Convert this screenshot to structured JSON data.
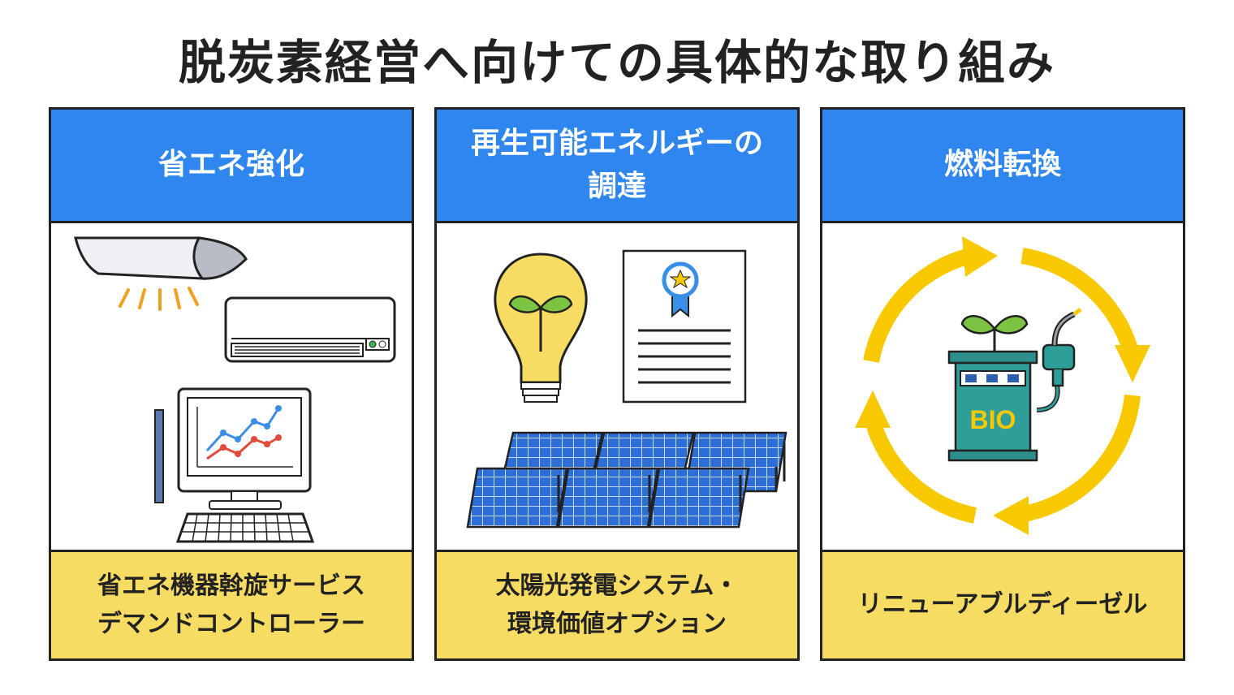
{
  "title": "脱炭素経営へ向けての具体的な取り組み",
  "colors": {
    "header_blue": "#2f86ee",
    "footer_yellow": "#f7dc63",
    "outline": "#222222",
    "arrow_yellow": "#f8c900",
    "panel_blue": "#2d6fd6"
  },
  "cards": [
    {
      "header": "省エネ強化",
      "footer_lines": [
        "省エネ機器斡旋サービス",
        "デマンドコントローラー"
      ],
      "icons": [
        "ceiling-light-icon",
        "air-conditioner-icon",
        "computer-monitor-icon"
      ]
    },
    {
      "header_lines": [
        "再生可能エネルギーの",
        "調達"
      ],
      "footer_lines": [
        "太陽光発電システム・",
        "環境価値オプション"
      ],
      "icons": [
        "lightbulb-sprout-icon",
        "certificate-icon",
        "solar-panels-icon"
      ]
    },
    {
      "header": "燃料転換",
      "footer_lines": [
        "リニューアブルディーゼル"
      ],
      "bio_label": "BIO",
      "icons": [
        "recycle-arrows-icon",
        "bio-fuel-pump-icon"
      ]
    }
  ]
}
